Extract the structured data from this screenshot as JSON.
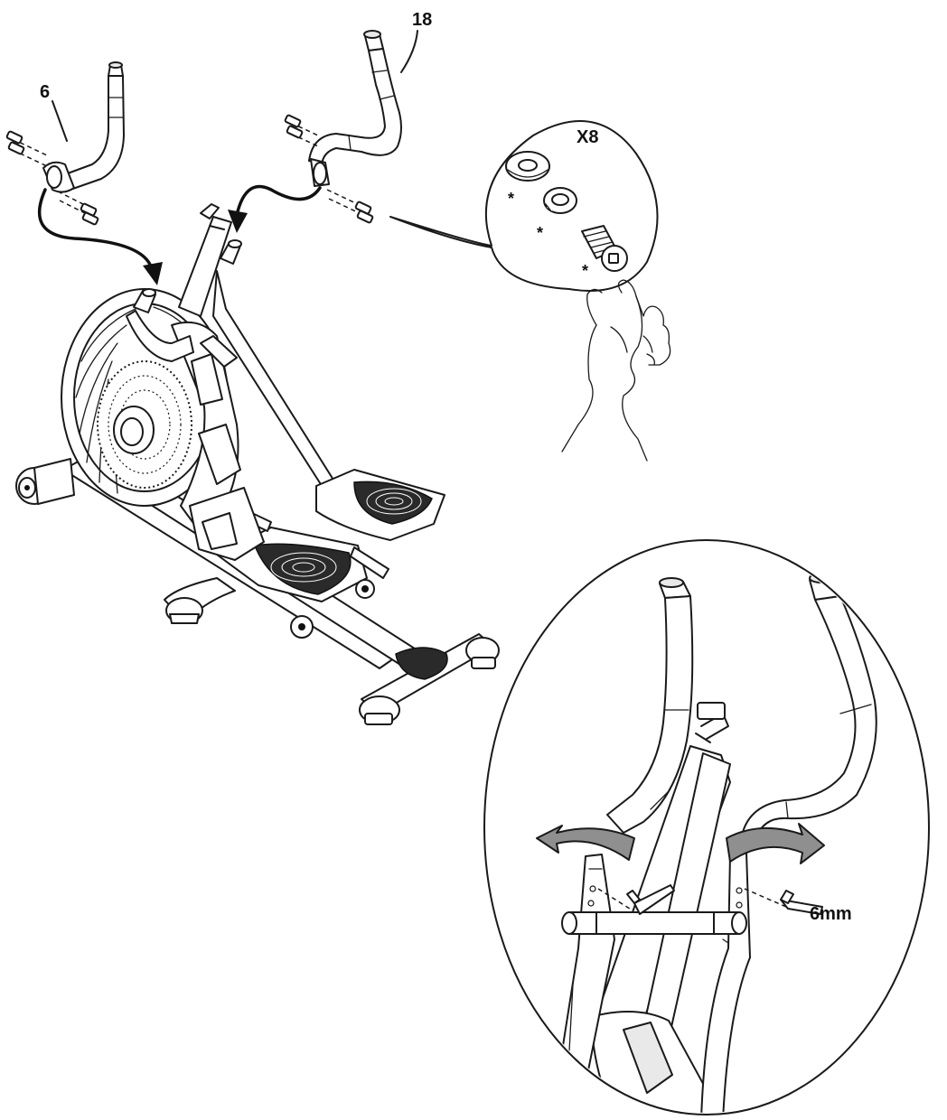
{
  "diagram": {
    "labels": {
      "left_handlebar": "6",
      "right_handlebar": "18",
      "quantity": "X8",
      "marker_1": "*",
      "marker_2": "*",
      "marker_3": "*",
      "tool_size": "6mm"
    },
    "icons": [
      "arrow-curved-icon",
      "bolt-icon",
      "washer-icon",
      "split-washer-icon",
      "hex-key-icon",
      "rotation-arrow-icon",
      "hand-icon"
    ]
  }
}
